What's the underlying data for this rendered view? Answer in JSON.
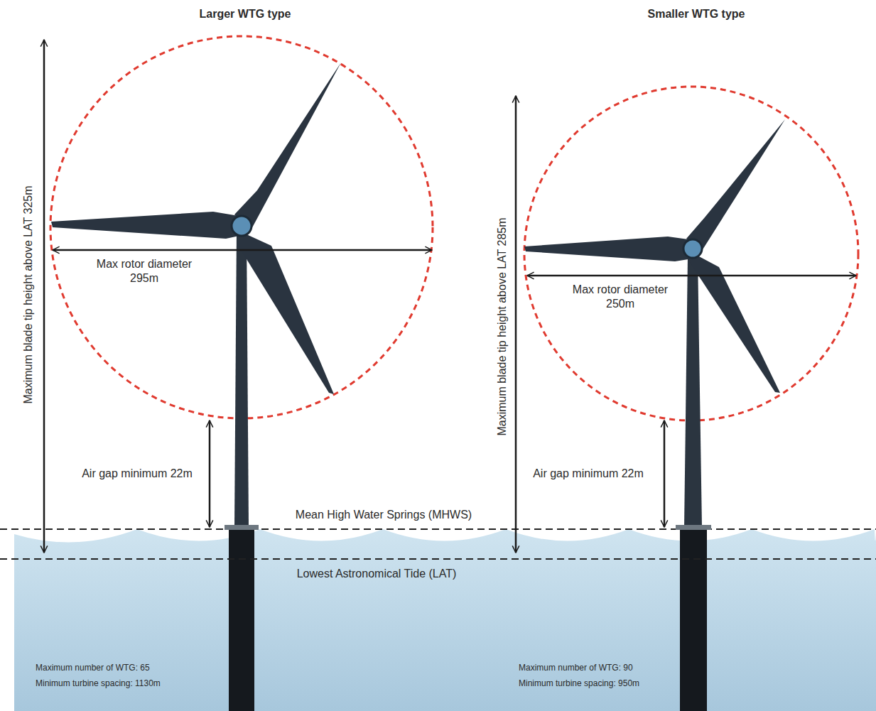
{
  "diagram": {
    "labels": [
      "Larger WTG type",
      "Smaller WTG type",
      "Maximum blade tip height above LAT 325m",
      "Max rotor diameter 295m",
      "Maximum blade tip height above LAT 285m",
      "Max rotor diameter 250m",
      "Air gap minimum 22m",
      "Air gap minimum 22m",
      "Mean High Water Springs (MHWS)",
      "Lowest Astronomical Tide (LAT)",
      "Maximum number of WTG: 65",
      "Minimum turbine spacing: 1130m",
      "Maximum number of WTG: 90",
      "Minimum turbine spacing: 950m"
    ]
  }
}
